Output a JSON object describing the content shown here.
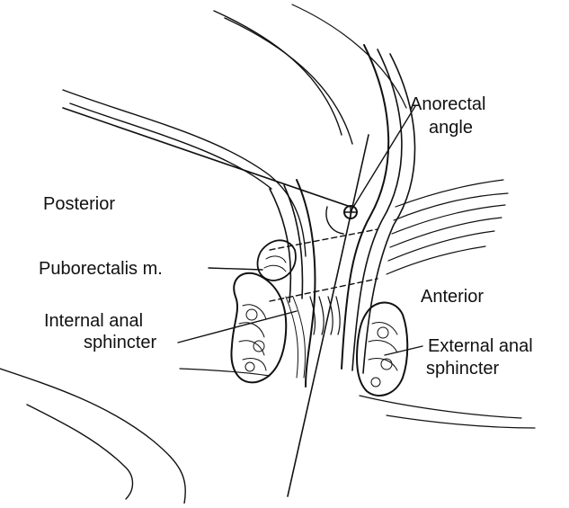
{
  "figure": {
    "labels": {
      "anorectal_angle_line1": "Anorectal",
      "anorectal_angle_line2": "angle",
      "posterior": "Posterior",
      "puborectalis": "Puborectalis m.",
      "anterior": "Anterior",
      "internal_sphincter_line1": "Internal anal",
      "internal_sphincter_line2": "sphincter",
      "external_sphincter_line1": "External anal",
      "external_sphincter_line2": "sphincter"
    },
    "colors": {
      "ink": "#111111",
      "background": "#ffffff"
    }
  }
}
